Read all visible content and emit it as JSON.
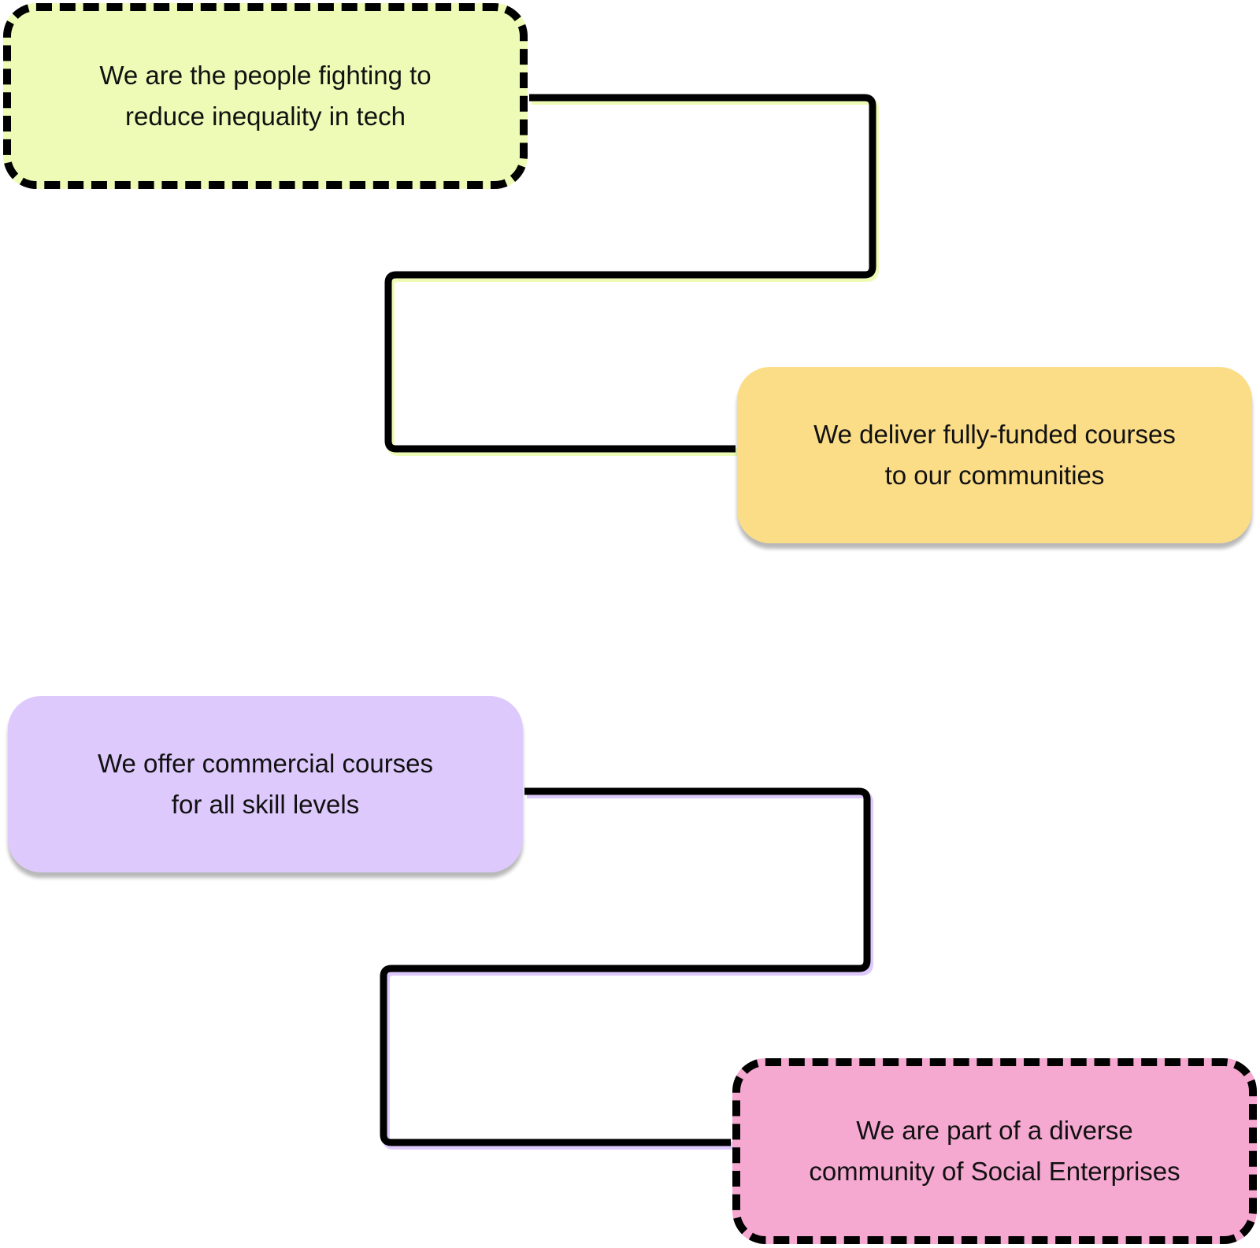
{
  "nodes": [
    {
      "text": "We are the people fighting to\nreduce inequality in tech",
      "color": "#EEFBB6",
      "border": "dashed"
    },
    {
      "text": "We deliver fully-funded courses\nto our communities",
      "color": "#FBDD88",
      "border": "shadow"
    },
    {
      "text": "We offer commercial courses\nfor all skill levels",
      "color": "#DDC9FC",
      "border": "shadow"
    },
    {
      "text": "We are part of a diverse\ncommunity of Social Enterprises",
      "color": "#F5A8D0",
      "border": "dashed"
    }
  ],
  "connectors": [
    {
      "from": 0,
      "to": 1,
      "color": "#000000",
      "glow": "#EEFBB6"
    },
    {
      "from": 2,
      "to": 3,
      "color": "#000000",
      "glow": "#DDC9FC"
    }
  ]
}
